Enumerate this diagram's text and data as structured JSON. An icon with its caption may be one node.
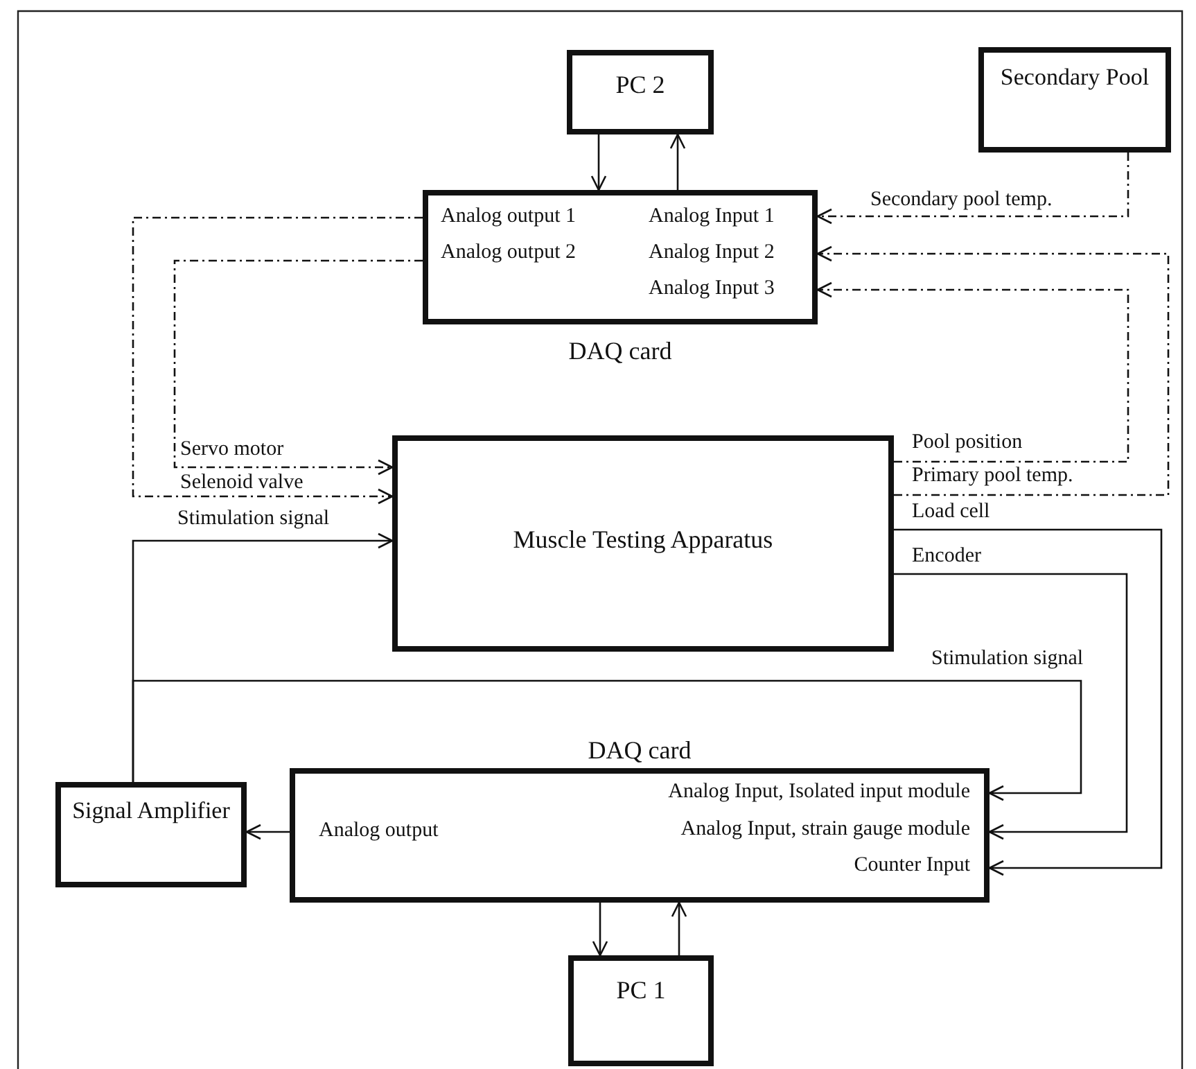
{
  "diagram": {
    "nodes": [
      {
        "text": [
          "PC 2"
        ]
      },
      {
        "text": [
          "Secondary Pool"
        ]
      },
      {
        "text": [
          "Analog output 1",
          "Analog Input 1",
          "Analog output 2",
          "Analog Input 2",
          "Analog Input 3",
          "DAQ card"
        ]
      },
      {
        "text": [
          "Muscle Testing Apparatus"
        ]
      },
      {
        "text": [
          "DAQ card",
          "Analog output",
          "Analog Input, Isolated input module",
          "Analog Input, strain gauge module",
          "Counter Input"
        ]
      },
      {
        "text": [
          "Signal Amplifier"
        ]
      },
      {
        "text": [
          "PC 1"
        ]
      }
    ],
    "edges": [
      {
        "from": 0,
        "to": 2,
        "arrow": "to"
      },
      {
        "from": 2,
        "to": 0,
        "arrow": "to"
      },
      {
        "from": 1,
        "to": 2,
        "arrow": "to",
        "label": "Secondary pool temp.",
        "style": "dashed"
      },
      {
        "from": 2,
        "to": 3,
        "arrow": "to",
        "label": "Selenoid valve",
        "style": "dashed"
      },
      {
        "from": 2,
        "to": 3,
        "arrow": "to",
        "label": "Servo motor",
        "style": "dashed"
      },
      {
        "from": 3,
        "to": 2,
        "arrow": "to",
        "label": "Pool position",
        "style": "dashed"
      },
      {
        "from": 3,
        "to": 2,
        "arrow": "to",
        "label": "Primary pool temp.",
        "style": "dashed"
      },
      {
        "from": 5,
        "to": 3,
        "arrow": "to",
        "label": "Stimulation signal"
      },
      {
        "from": 5,
        "to": 4,
        "arrow": "to",
        "label": "Stimulation signal"
      },
      {
        "from": 3,
        "to": 4,
        "arrow": "to",
        "label": "Load cell"
      },
      {
        "from": 3,
        "to": 4,
        "arrow": "to",
        "label": "Encoder"
      },
      {
        "from": 4,
        "to": 5,
        "arrow": "to"
      },
      {
        "from": 4,
        "to": 6,
        "arrow": "to"
      },
      {
        "from": 6,
        "to": 4,
        "arrow": "to"
      }
    ]
  }
}
